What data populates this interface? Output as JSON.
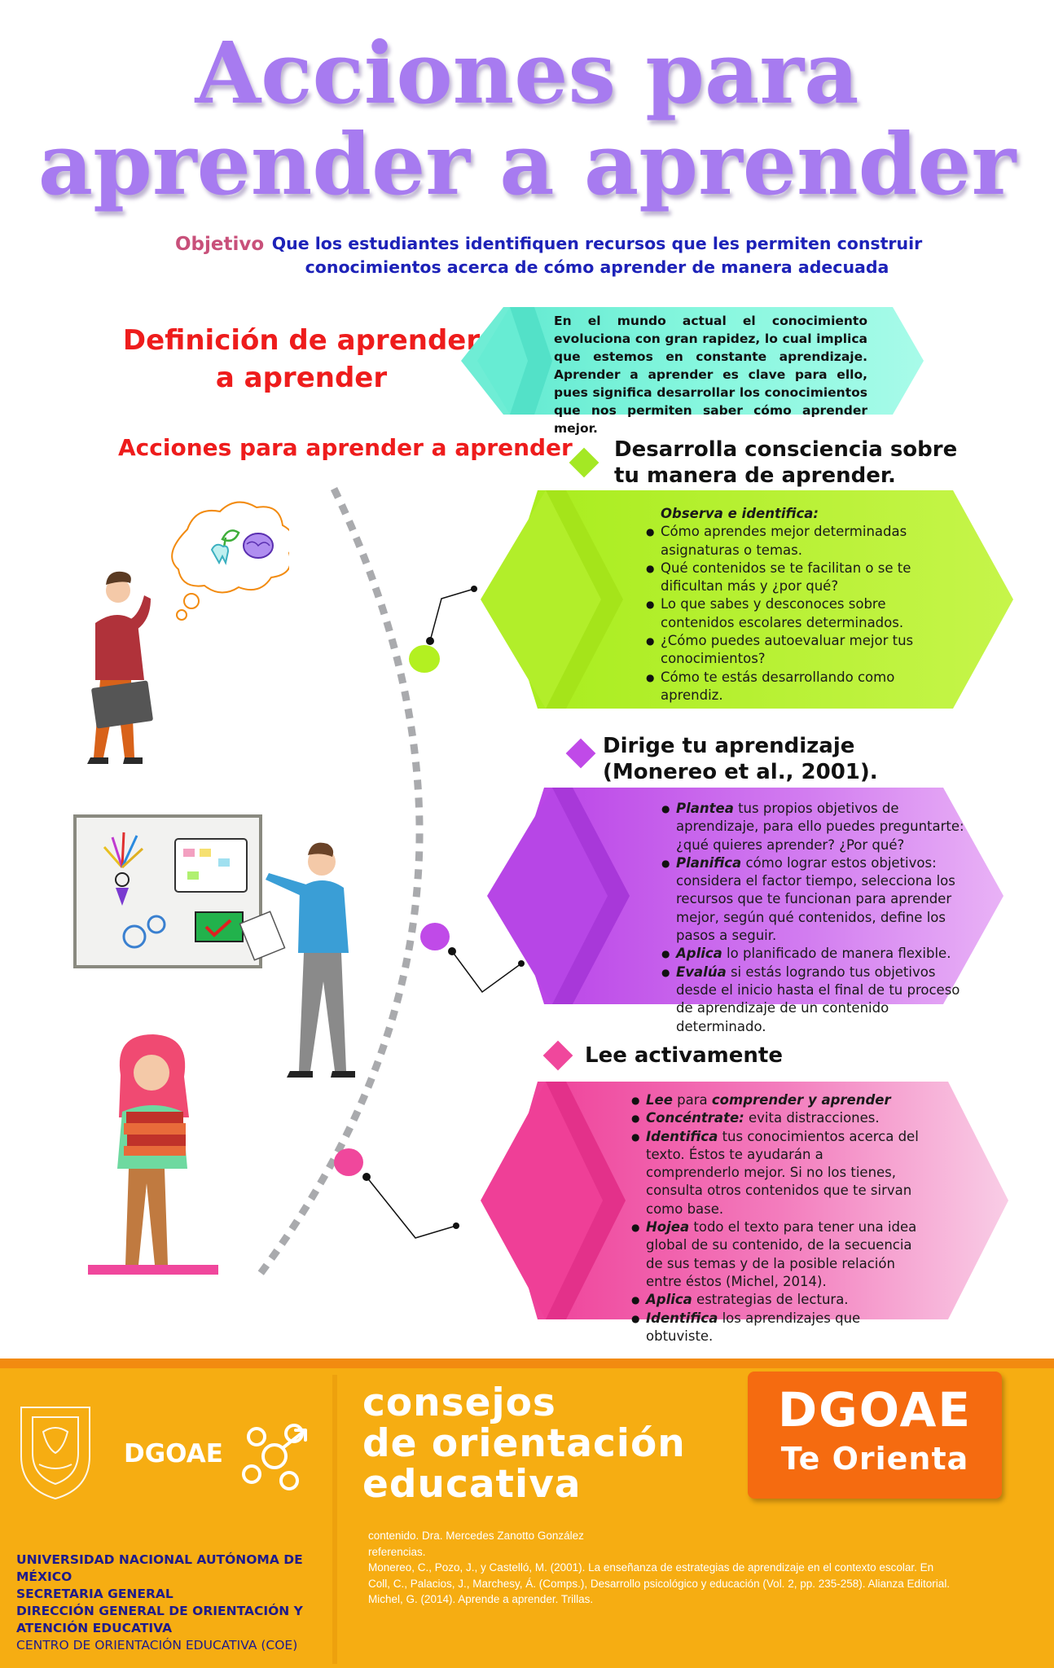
{
  "title": {
    "line1": "Acciones para",
    "line2": "aprender a aprender"
  },
  "objective": {
    "label": "Objetivo",
    "text": "Que los estudiantes identifiquen recursos que les permiten construir conocimientos acerca de cómo aprender de manera adecuada"
  },
  "definition": {
    "title_line1": "Definición de aprender",
    "title_line2": "a aprender",
    "text": "En el mundo actual el conocimiento evoluciona con gran rapidez, lo cual implica que estemos en constante aprendizaje. Aprender a aprender es clave para ello, pues significa desarrollar los conocimientos que nos permiten saber cómo aprender mejor."
  },
  "actions_heading": "Acciones para aprender a aprender",
  "sections": [
    {
      "heading_line1": "Desarrolla consciencia sobre",
      "heading_line2": "tu manera de aprender.",
      "intro": "Observa e identifica:",
      "items": [
        "Cómo aprendes mejor determinadas asignaturas o temas.",
        "Qué contenidos se te facilitan o se te dificultan más y ¿por qué?",
        "Lo que sabes y desconoces sobre contenidos escolares determinados.",
        "¿Cómo puedes autoevaluar mejor tus conocimientos?",
        "Cómo te estás desarrollando como aprendiz."
      ]
    },
    {
      "heading_line1": "Dirige tu aprendizaje",
      "heading_line2": "(Monereo et al., 2001).",
      "items": [
        {
          "key": "Plantea",
          "text": " tus propios objetivos de aprendizaje, para ello puedes preguntarte: ¿qué quieres aprender? ¿Por qué?"
        },
        {
          "key": "Planifica",
          "text": " cómo lograr estos objetivos: considera el factor tiempo, selecciona los recursos que te funcionan para aprender mejor, según qué contenidos, define los pasos a seguir."
        },
        {
          "key": "Aplica",
          "text": " lo planificado de manera flexible."
        },
        {
          "key": "Evalúa",
          "text": " si estás logrando tus objetivos desde el inicio hasta el final de tu proceso de aprendizaje de un contenido determinado."
        }
      ]
    },
    {
      "heading_line1": "Lee activamente",
      "items": [
        {
          "key": "Lee",
          "text": " para ",
          "key2": "comprender y aprender",
          "text2": ""
        },
        {
          "key": "Concéntrate:",
          "text": " evita distracciones."
        },
        {
          "key": "Identifica",
          "text": " tus conocimientos acerca del texto. Éstos te ayudarán a comprenderlo mejor. Si no los tienes, consulta otros contenidos que te sirvan como base."
        },
        {
          "key": "Hojea",
          "text": " todo el texto para tener una idea global de su contenido, de la secuencia de sus temas y de la posible relación entre éstos (Michel, 2014)."
        },
        {
          "key": "Aplica",
          "text": " estrategias de lectura."
        },
        {
          "key": "Identifica",
          "text": " los aprendizajes que obtuviste."
        }
      ]
    }
  ],
  "footer": {
    "dgoae_logo_text": "DGOAE",
    "consejos_line1": "consejos",
    "consejos_line2": "de orientación",
    "consejos_line3": "educativa",
    "badge_line1": "DGOAE",
    "badge_line2": "Te Orienta",
    "unam_lines": [
      "UNIVERSIDAD NACIONAL AUTÓNOMA DE MÉXICO",
      "SECRETARIA GENERAL",
      "DIRECCIÓN GENERAL DE ORIENTACIÓN Y",
      "ATENCIÓN EDUCATIVA",
      "CENTRO DE ORIENTACIÓN EDUCATIVA (COE)"
    ],
    "credits": [
      "contenido. Dra. Mercedes Zanotto González",
      "referencias.",
      "Monereo, C., Pozo, J., y Castelló, M. (2001). La enseñanza de estrategias de aprendizaje en el contexto escolar. En Coll, C., Palacios, J., Marchesy, Á. (Comps.), Desarrollo psicológico y educación (Vol. 2, pp. 235-258). Alianza Editorial.",
      "Michel, G. (2014). Aprende a aprender. Trillas."
    ]
  },
  "colors": {
    "title": "#a77bf0",
    "red": "#ee1c1c",
    "objective_text": "#1d22b8",
    "teal": "#7cf5db",
    "green": "#b3f021",
    "purple": "#c04ae8",
    "pink": "#f0479c",
    "footer": "#f6ad12",
    "badge": "#f56b10"
  }
}
